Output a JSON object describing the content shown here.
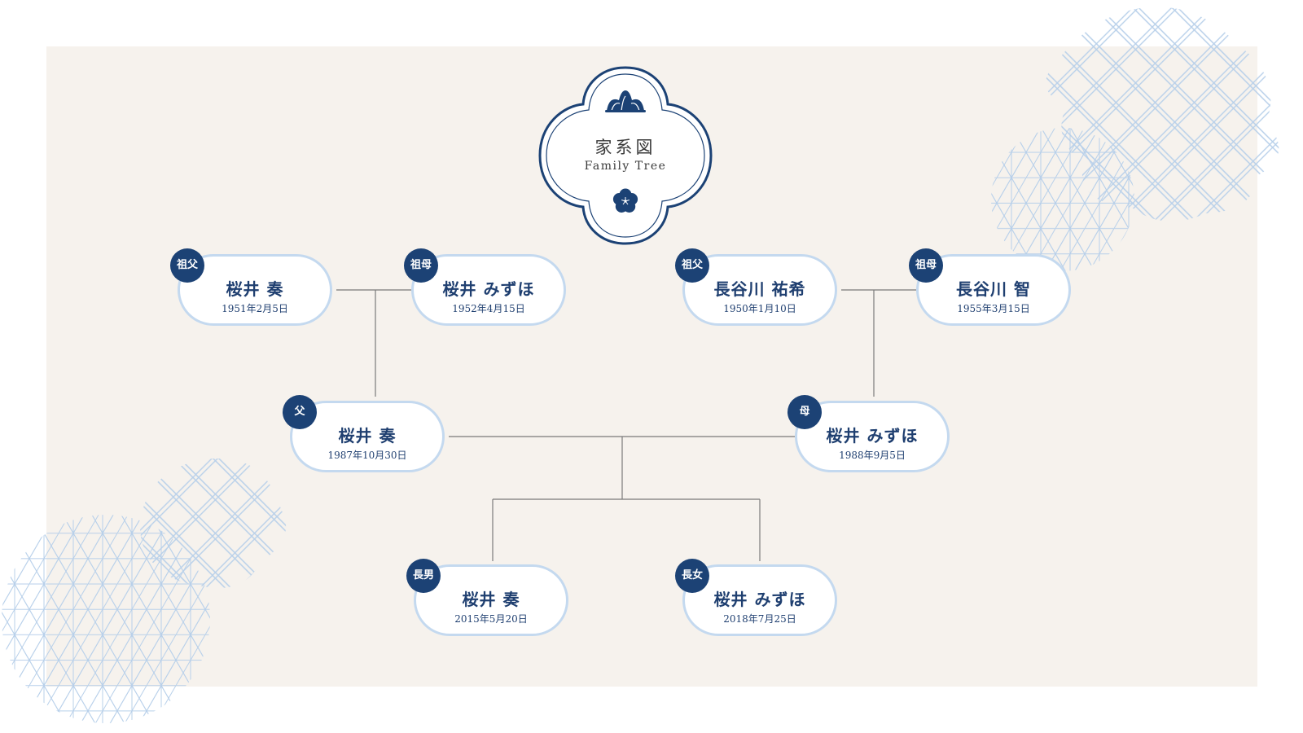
{
  "title": {
    "japanese": "家系図",
    "english": "Family Tree"
  },
  "colors": {
    "panel_background": "#f6f2ed",
    "node_border": "#c4d9ef",
    "badge": "#1c4275",
    "name_text": "#1f3f70",
    "connector": "#7a7a7a",
    "pattern": "#b8d0ea"
  },
  "icons": {
    "top": "pine-crest-icon",
    "bottom": "plum-blossom-icon"
  },
  "members": {
    "paternal_grandfather": {
      "role": "祖父",
      "name": "桜井 奏",
      "birth": "1951年2月5日"
    },
    "paternal_grandmother": {
      "role": "祖母",
      "name": "桜井 みずほ",
      "birth": "1952年4月15日"
    },
    "maternal_grandfather": {
      "role": "祖父",
      "name": "長谷川 祐希",
      "birth": "1950年1月10日"
    },
    "maternal_grandmother": {
      "role": "祖母",
      "name": "長谷川 智",
      "birth": "1955年3月15日"
    },
    "father": {
      "role": "父",
      "name": "桜井 奏",
      "birth": "1987年10月30日"
    },
    "mother": {
      "role": "母",
      "name": "桜井 みずほ",
      "birth": "1988年9月5日"
    },
    "eldest_son": {
      "role": "長男",
      "name": "桜井 奏",
      "birth": "2015年5月20日"
    },
    "eldest_daughter": {
      "role": "長女",
      "name": "桜井 みずほ",
      "birth": "2018年7月25日"
    }
  }
}
